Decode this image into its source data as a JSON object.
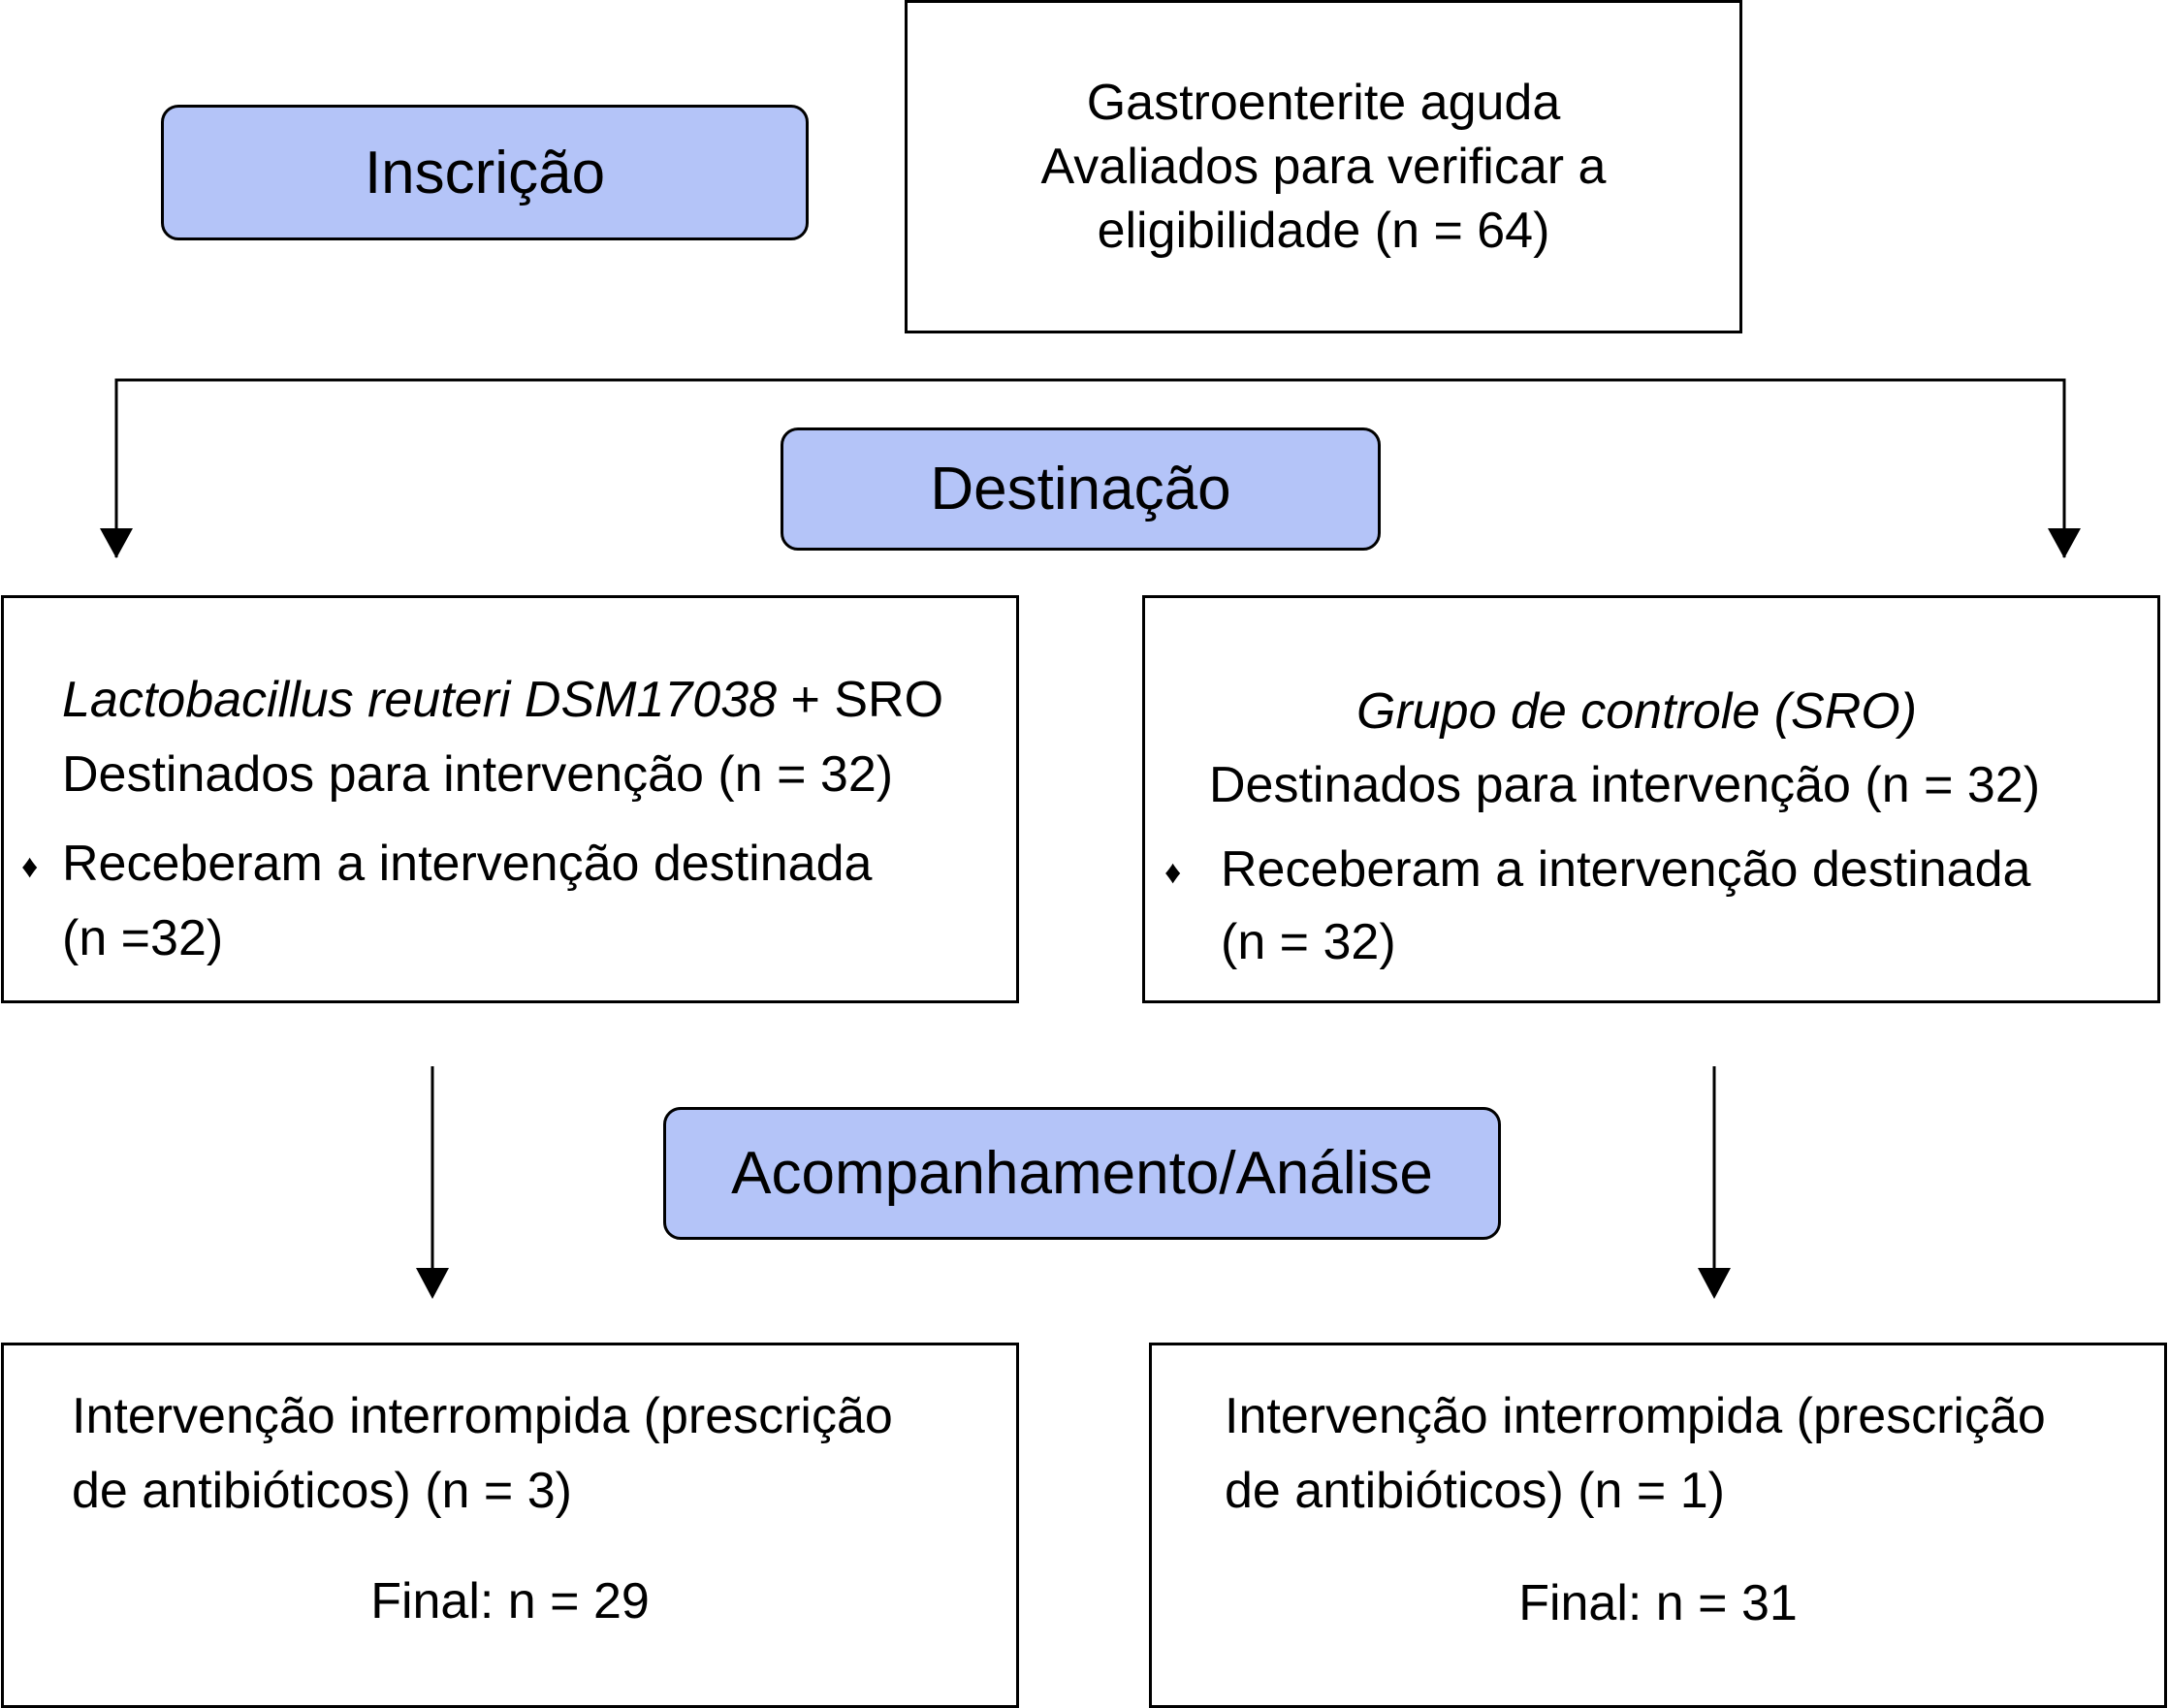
{
  "stages": {
    "enrollment": "Inscrição",
    "allocation": "Destinação",
    "followup": "Acompanhamento/Análise"
  },
  "assessed": {
    "line1": "Gastroenterite aguda",
    "line2": "Avaliados para verificar a",
    "line3": "eligibilidade (n = 64)"
  },
  "intervention": {
    "title_italic": "Lactobacillus reuteri DSM17038",
    "title_suffix": " + SRO",
    "allocated": "Destinados para intervenção (n = 32)",
    "bullet": "♦",
    "received_line1": "Receberam a intervenção destinada",
    "received_line2": "(n =32)"
  },
  "control": {
    "title": "Grupo de controle (SRO)",
    "allocated": "Destinados para intervenção (n = 32)",
    "bullet": "♦",
    "received_line1": "Receberam a intervenção destinada",
    "received_line2": "(n = 32)"
  },
  "intervention_outcome": {
    "line1": "Intervenção interrompida (prescrição",
    "line2": "de antibióticos) (n = 3)",
    "final": "Final: n = 29"
  },
  "control_outcome": {
    "line1": "Intervenção interrompida (prescrição",
    "line2": "de antibióticos) (n = 1)",
    "final": "Final: n = 31"
  }
}
